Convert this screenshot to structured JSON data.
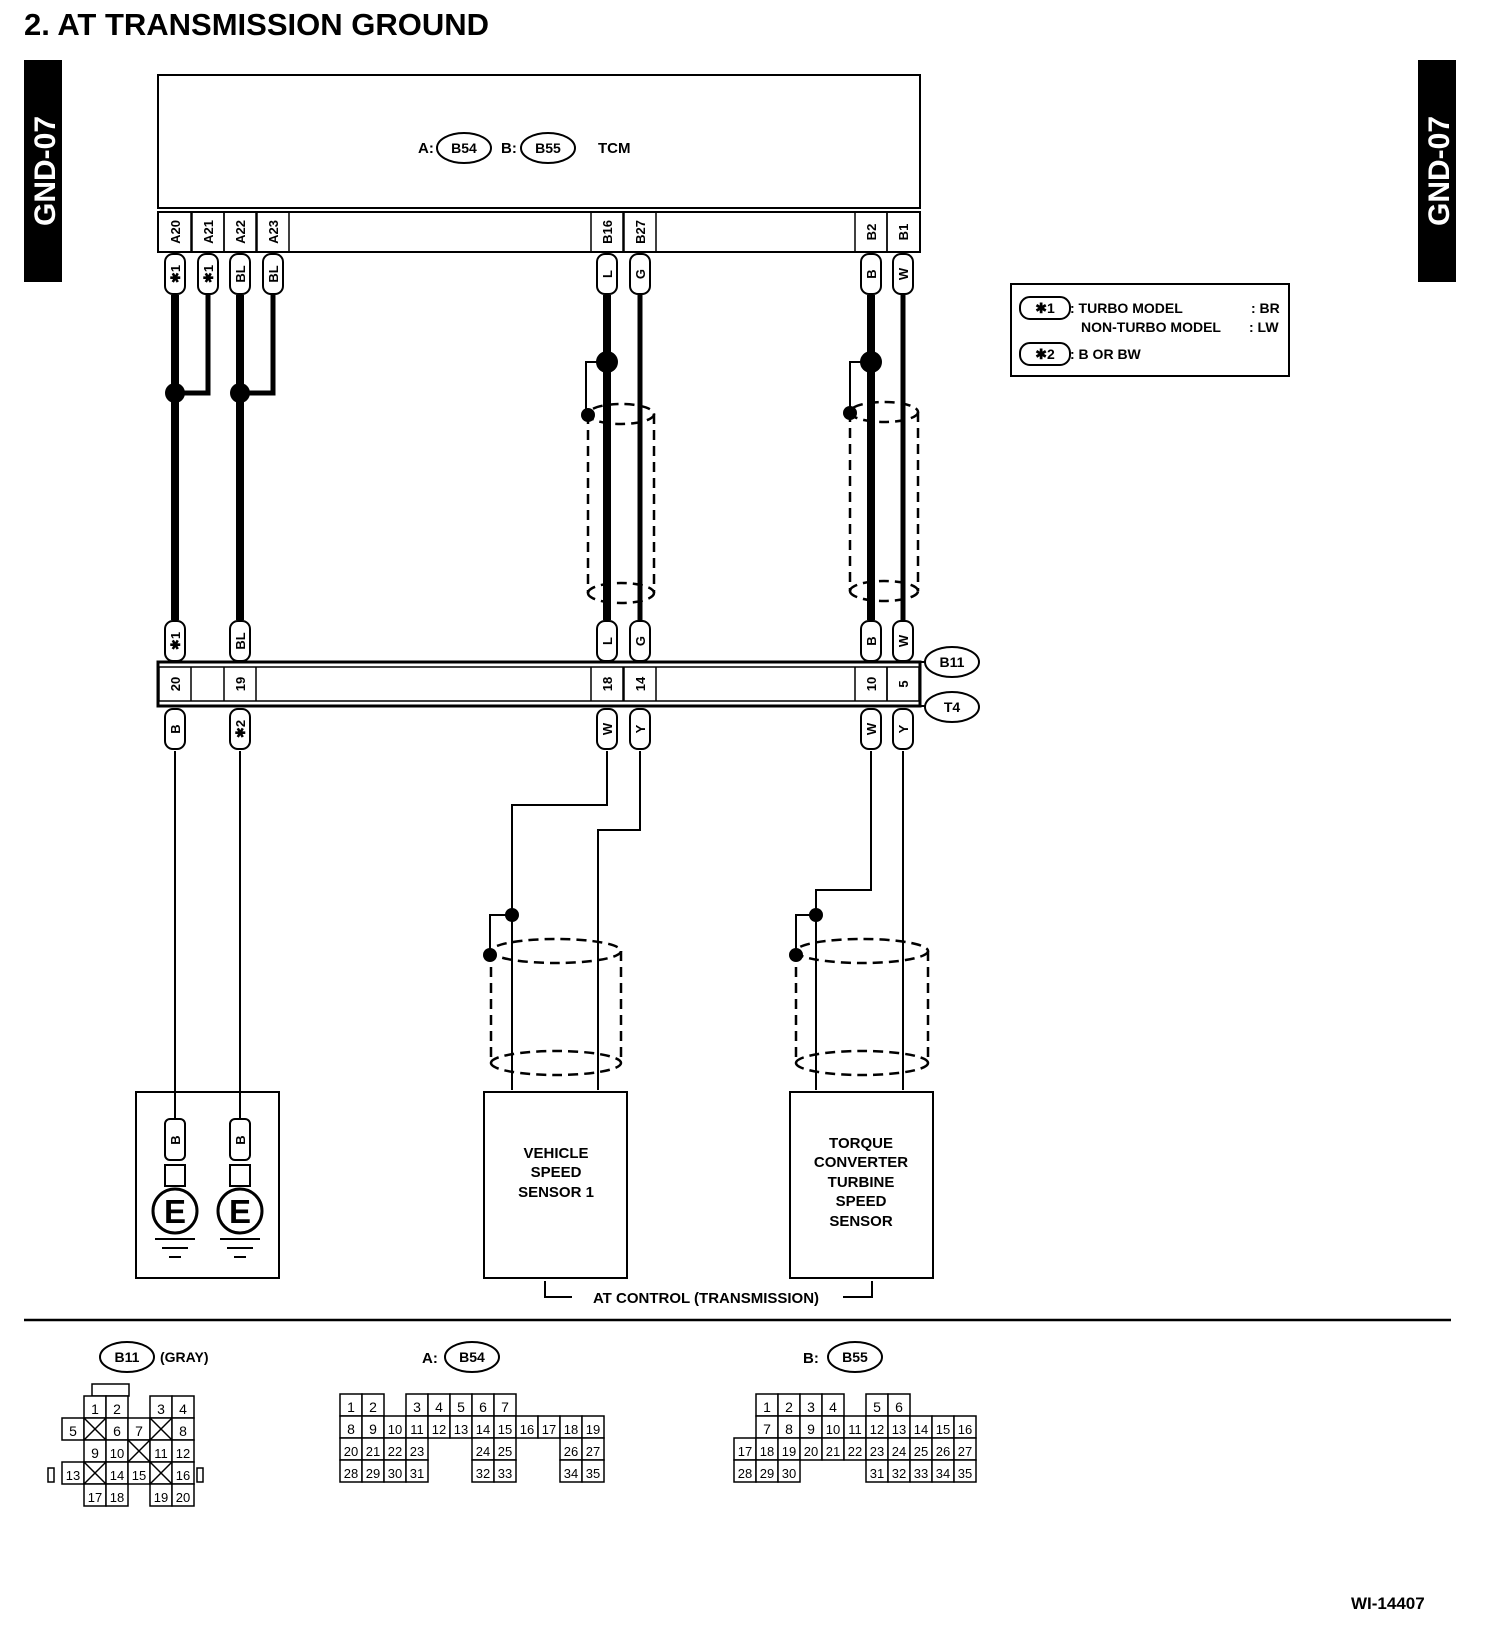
{
  "page": {
    "title": "2.  AT TRANSMISSION GROUND",
    "side_tab_left": "GND-07",
    "side_tab_right": "GND-07",
    "figure_id": "WI-14407"
  },
  "tcm": {
    "prefix_a": "A:",
    "conn_a": "B54",
    "prefix_b": "B:",
    "conn_b": "B55",
    "name": "TCM"
  },
  "tcm_pins": [
    "A20",
    "A21",
    "A22",
    "A23",
    "B16",
    "B27",
    "B2",
    "B1"
  ],
  "tcm_wire_colors": [
    "✱1",
    "✱1",
    "BL",
    "BL",
    "L",
    "G",
    "B",
    "W"
  ],
  "junction": {
    "top_colors": [
      "✱1",
      "BL",
      "L",
      "G",
      "B",
      "W"
    ],
    "pins": [
      "20",
      "19",
      "18",
      "14",
      "10",
      "5"
    ],
    "bottom_colors": [
      "B",
      "✱2",
      "W",
      "Y",
      "W",
      "Y"
    ],
    "conn_top": "B11",
    "conn_bottom": "T4"
  },
  "legend": {
    "note1_tag": "✱1",
    "note1_line1_label": ": TURBO MODEL",
    "note1_line1_value": ": BR",
    "note1_line2_label": "NON-TURBO MODEL",
    "note1_line2_value": ": LW",
    "note2_tag": "✱2",
    "note2_text": ": B OR BW"
  },
  "grounds": {
    "wire_colors": [
      "B",
      "B"
    ],
    "symbol": "E"
  },
  "sensors": {
    "vss": [
      "VEHICLE",
      "SPEED",
      "SENSOR 1"
    ],
    "tcts": [
      "TORQUE",
      "CONVERTER",
      "TURBINE",
      "SPEED",
      "SENSOR"
    ],
    "group_label": "AT CONTROL (TRANSMISSION)"
  },
  "connector_views": {
    "b11": {
      "conn": "B11",
      "color": "(GRAY)",
      "rows": [
        [
          "1",
          "2",
          "",
          "3",
          "4"
        ],
        [
          "5",
          "X",
          "6",
          "7",
          "X",
          "8"
        ],
        [
          "9",
          "10",
          "X",
          "11",
          "12"
        ],
        [
          "13",
          "X",
          "14",
          "15",
          "X",
          "16"
        ],
        [
          "17",
          "18",
          "",
          "19",
          "20"
        ]
      ]
    },
    "b54": {
      "prefix": "A:",
      "conn": "B54",
      "rows": [
        [
          "1",
          "2",
          "",
          "3",
          "4",
          "5",
          "6",
          "7"
        ],
        [
          "8",
          "9",
          "10",
          "11",
          "12",
          "13",
          "14",
          "15",
          "16",
          "17",
          "18",
          "19"
        ],
        [
          "20",
          "21",
          "22",
          "23",
          "",
          "",
          "24",
          "25",
          "",
          "",
          "26",
          "27"
        ],
        [
          "28",
          "29",
          "30",
          "31",
          "",
          "",
          "32",
          "33",
          "",
          "",
          "34",
          "35"
        ]
      ]
    },
    "b55": {
      "prefix": "B:",
      "conn": "B55",
      "rows": [
        [
          "1",
          "2",
          "3",
          "4",
          "",
          "5",
          "6"
        ],
        [
          "7",
          "8",
          "9",
          "10",
          "11",
          "12",
          "13",
          "14",
          "15",
          "16"
        ],
        [
          "17",
          "18",
          "19",
          "20",
          "21",
          "22",
          "23",
          "24",
          "25",
          "26",
          "27"
        ],
        [
          "28",
          "29",
          "30",
          "",
          "",
          "",
          "31",
          "32",
          "33",
          "34",
          "35"
        ]
      ]
    }
  }
}
